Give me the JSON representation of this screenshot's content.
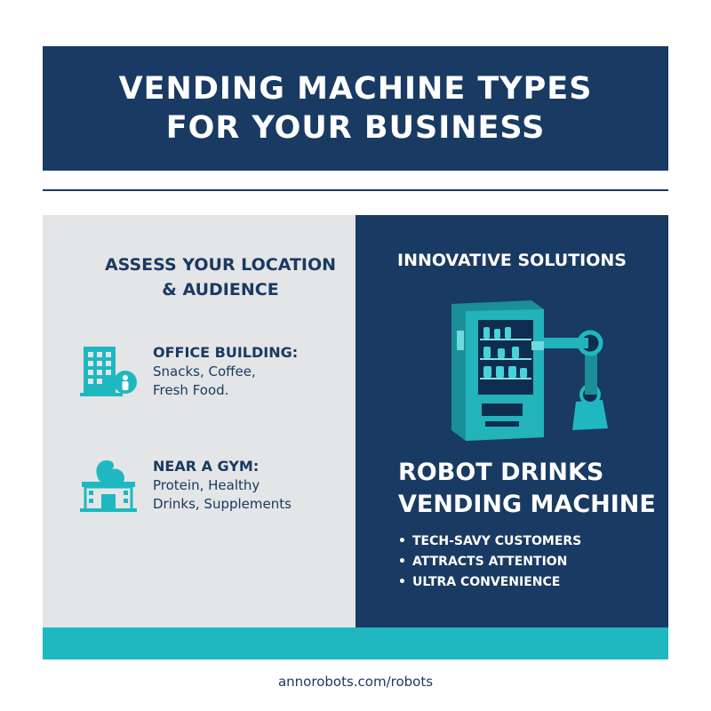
{
  "title": {
    "line1": "VENDING MACHINE TYPES",
    "line2": "FOR YOUR BUSINESS"
  },
  "left": {
    "heading_line1": "ASSESS YOUR LOCATION",
    "heading_line2": "& AUDIENCE",
    "items": [
      {
        "title": "OFFICE BUILDING:",
        "line1": "Snacks, Coffee,",
        "line2": "Fresh Food.",
        "icon": "office-building-icon"
      },
      {
        "title": "NEAR A GYM:",
        "line1": "Protein, Healthy",
        "line2": "Drinks, Supplements",
        "icon": "gym-muscle-icon"
      }
    ]
  },
  "right": {
    "heading": "INNOVATIVE SOLUTIONS",
    "product_line1": "ROBOT DRINKS",
    "product_line2": "VENDING MACHINE",
    "bullets": [
      "TECH-SAVY CUSTOMERS",
      "ATTRACTS ATTENTION",
      "ULTRA CONVENIENCE"
    ],
    "illustration": "robot-vending-machine-illustration"
  },
  "footer": {
    "url": "annorobots.com/robots"
  },
  "colors": {
    "navy": "#193a63",
    "teal": "#1fb8c0",
    "light_gray": "#e4e5e7"
  }
}
